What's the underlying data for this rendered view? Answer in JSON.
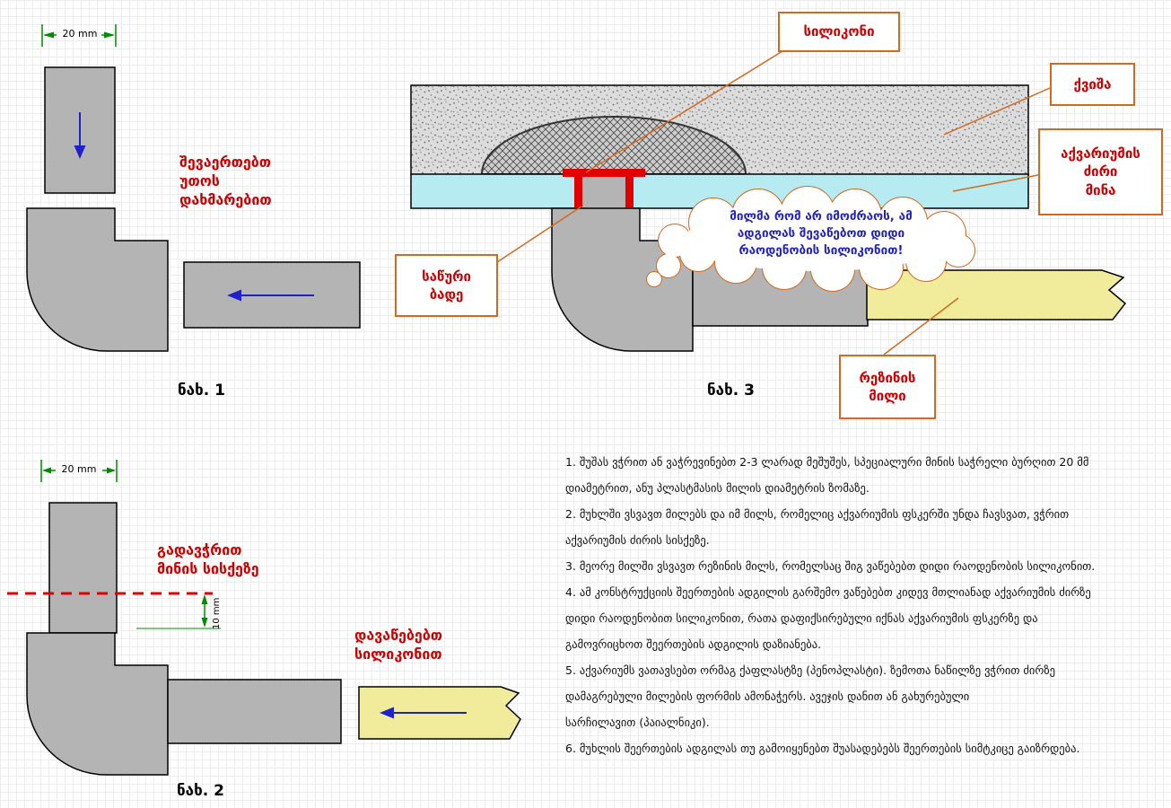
{
  "colors": {
    "accent_orange": "#d2691e",
    "note_red": "#cc0000",
    "pipe_gray": "#b4b4b4",
    "glass_cyan": "#b7ebf2",
    "hose_yellow": "#f0ec9b",
    "arrow_blue": "#2121cc",
    "dim_green": "#008b00",
    "fitting_red": "#e00000"
  },
  "figure1": {
    "caption": "ნახ. 1",
    "dim_20mm": "20 mm",
    "note": {
      "line1": "შევაერთებთ",
      "line2": "უთოს",
      "line3": "დახმარებით"
    }
  },
  "figure2": {
    "caption": "ნახ. 2",
    "dim_20mm": "20 mm",
    "dim_10mm": "10 mm",
    "cut_note": {
      "line1": "გადავჭრით",
      "line2": "მინის სისქეზე"
    },
    "glue_note": {
      "line1": "დავაწებებთ",
      "line2": "სილიკონით"
    }
  },
  "figure3": {
    "caption": "ნახ. 3",
    "label_silicone": "სილიკონი",
    "label_sand": "ქვიშა",
    "label_glass": {
      "line1": "აქვარიუმის",
      "line2": "ძირი",
      "line3": "მინა"
    },
    "label_strainer": {
      "line1": "საწური",
      "line2": "ბადე"
    },
    "label_rubber": {
      "line1": "რეზინის",
      "line2": "მილი"
    },
    "cloud_note": {
      "line1": "მილმა რომ არ იმოძრაოს, ამ",
      "line2": "ადგილას შევაწებოთ დიდი",
      "line3": "რაოდენობის სილიკონით!"
    }
  },
  "instructions": {
    "lines": [
      "1. შუშას ვჭრით ან ვაჭრევინებთ 2-3 ლარად მეშუშეს, სპეციალური მინის საჭრელი ბურღით 20 მმ",
      "დიამეტრით, ანუ პლასტმასის მილის დიამეტრის ზომაზე.",
      "2. მუხლში ვსვავთ მილებს და იმ მილს, რომელიც აქვარიუმის ფსკერში უნდა ჩავსვათ, ვჭრით",
      "აქვარიუმის ძირის სისქეზე.",
      "3. მეორე მილში ვსვავთ რეზინის მილს, რომელსაც შიგ ვაწებებთ დიდი რაოდენობის სილიკონით.",
      "4. ამ კონსტრუქციის შეერთების ადგილის გარშემო ვაწებებთ კიდევ მთლიანად აქვარიუმის ძირზე",
      "დიდი რაოდენობით სილიკონით, რათა დაფიქსირებული იქნას აქვარიუმის ფსკერზე და",
      "გამოვრიცხოთ შეერთების ადგილის დაზიანება.",
      "5. აქვარიუმს ვათავსებთ ორმაგ ქაფლასტზე (პენოპლასტი). ზემოთა ნაწილზე ვჭრით ძირზე",
      "დამაგრებული მილების ფორმის ამონაჭერს. ავეჯის დანით ან გახურებული",
      "სარჩილავით (პაიალნიკი).",
      "6. მუხლის შეერთების ადგილას თუ გამოიყენებთ შუასადებებს შეერთების სიმტკიცე გაიზრდება."
    ]
  }
}
